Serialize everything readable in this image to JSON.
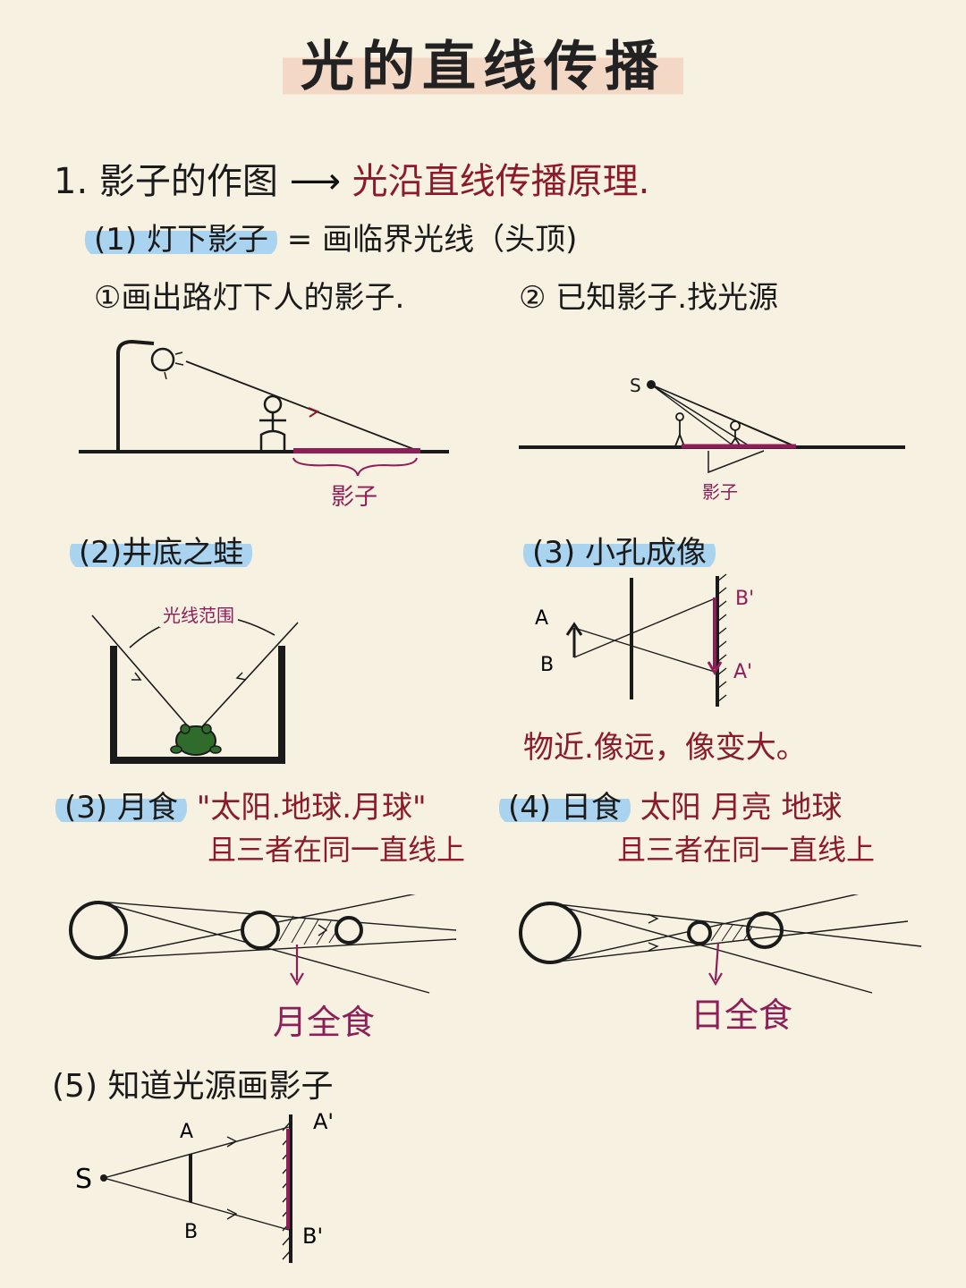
{
  "title": "光的直线传播",
  "section1": {
    "heading": "1. 影子的作图",
    "arrow": "⟶",
    "principle": "光沿直线传播原理."
  },
  "part1": {
    "label": "(1) 灯下影子",
    "eq": "=",
    "desc": "画临界光线（头顶)",
    "item1": "①画出路灯下人的影子.",
    "item2": "② 已知影子.找光源",
    "shadow_label_1": "影子",
    "s_label": "S",
    "shadow_label_2": "影子"
  },
  "part2": {
    "label": "(2)井底之蛙",
    "range_label": "光线范围"
  },
  "part3": {
    "label": "(3) 小孔成像",
    "A": "A",
    "B": "B",
    "A_img": "A'",
    "B_img": "B'",
    "rule": "物近.像远，像变大。"
  },
  "part4": {
    "label": "(3) 月食",
    "order_line1": "\"太阳.地球.月球\"",
    "order_line2": "且三者在同一直线上",
    "result": "月全食"
  },
  "part5": {
    "label": "(4) 日食",
    "order_line1": "太阳 月亮 地球",
    "order_line2": "且三者在同一直线上",
    "result": "日全食"
  },
  "part6": {
    "label": "(5) 知道光源画影子",
    "S": "S",
    "A": "A",
    "B": "B",
    "A_img": "A'",
    "B_img": "B'"
  },
  "colors": {
    "ink": "#1a1a1a",
    "red_ink": "#8b1a2a",
    "magenta_ink": "#8e1e57",
    "highlight_blue": "#a9d3ef",
    "highlight_peach": "#f4d8c6",
    "frog_green": "#2f6b2a",
    "paper": "#f7f1e1"
  }
}
